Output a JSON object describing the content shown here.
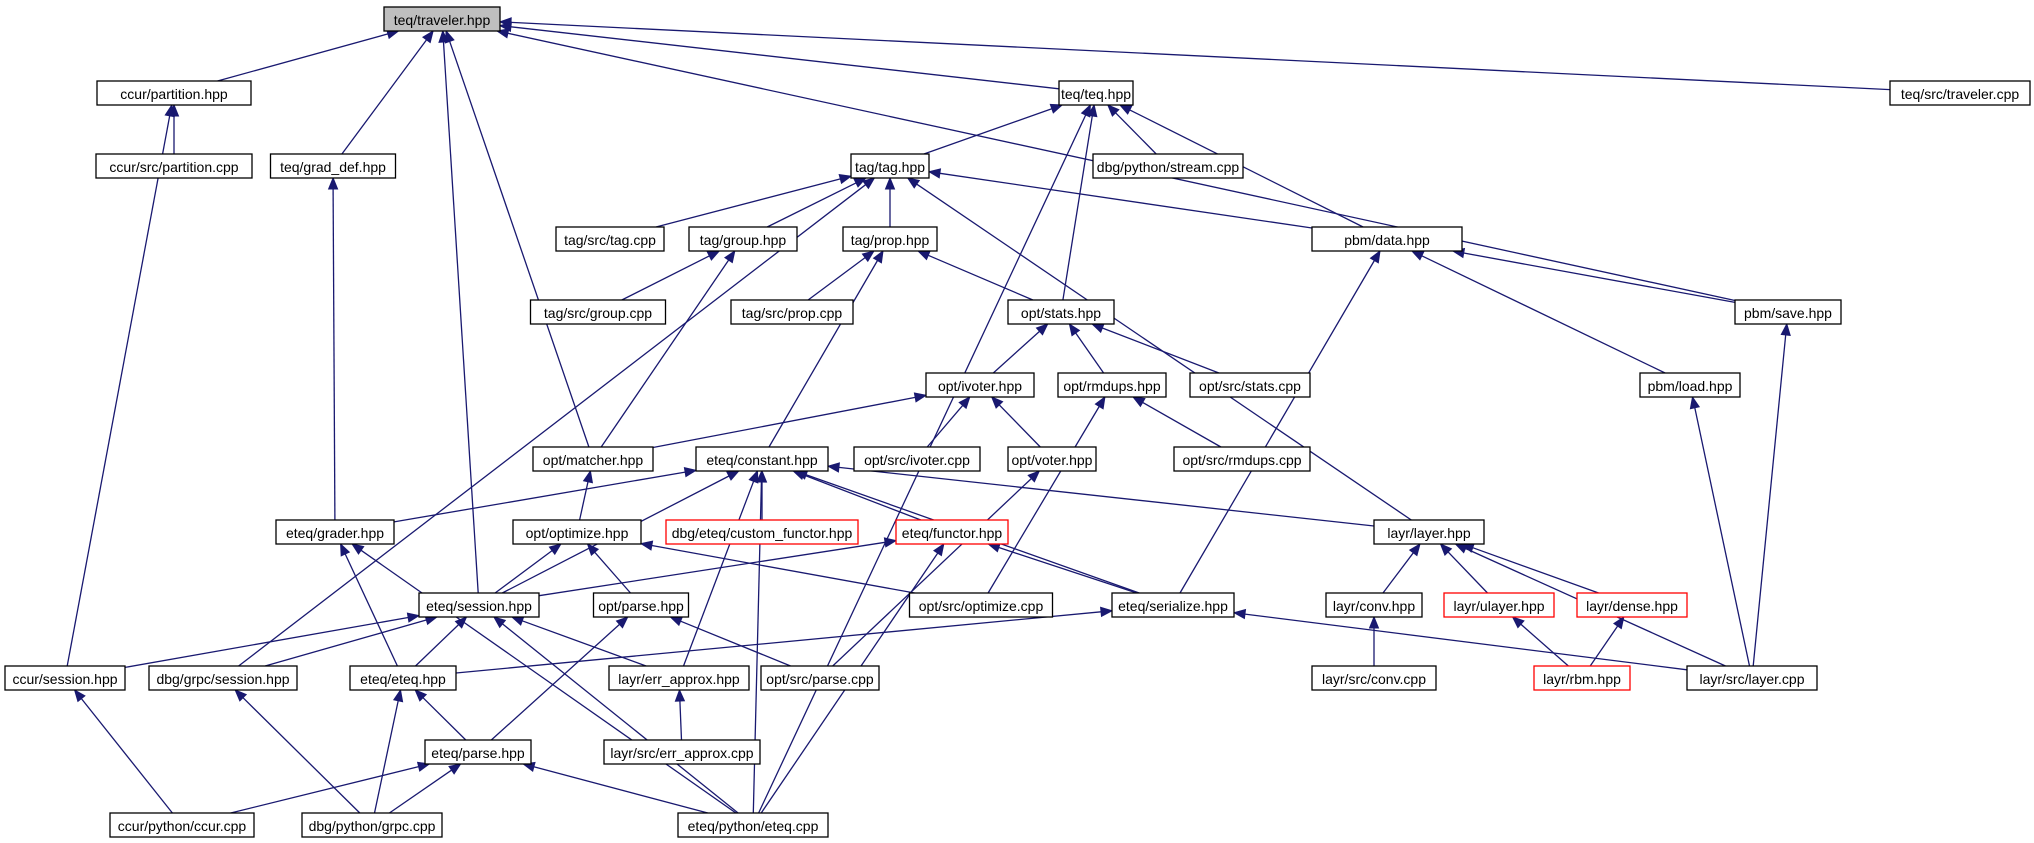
{
  "graph": {
    "edge_color": "#191970",
    "node_border": "#000000",
    "highlight_border": "#ff0000",
    "root_fill": "#bfbfbf",
    "nodes": [
      {
        "id": "traveler",
        "label": "teq/traveler.hpp",
        "style": "root"
      },
      {
        "id": "ccur_partition",
        "label": "ccur/partition.hpp"
      },
      {
        "id": "ccur_src_partition",
        "label": "ccur/src/partition.cpp"
      },
      {
        "id": "grad_def",
        "label": "teq/grad_def.hpp"
      },
      {
        "id": "teq",
        "label": "teq/teq.hpp"
      },
      {
        "id": "src_traveler",
        "label": "teq/src/traveler.cpp"
      },
      {
        "id": "tag",
        "label": "tag/tag.hpp"
      },
      {
        "id": "dbg_python_stream",
        "label": "dbg/python/stream.cpp"
      },
      {
        "id": "tag_src_tag",
        "label": "tag/src/tag.cpp"
      },
      {
        "id": "tag_group",
        "label": "tag/group.hpp"
      },
      {
        "id": "tag_prop",
        "label": "tag/prop.hpp"
      },
      {
        "id": "pbm_data",
        "label": "pbm/data.hpp"
      },
      {
        "id": "tag_src_group",
        "label": "tag/src/group.cpp"
      },
      {
        "id": "tag_src_prop",
        "label": "tag/src/prop.cpp"
      },
      {
        "id": "opt_stats",
        "label": "opt/stats.hpp"
      },
      {
        "id": "pbm_save",
        "label": "pbm/save.hpp"
      },
      {
        "id": "opt_ivoter",
        "label": "opt/ivoter.hpp"
      },
      {
        "id": "opt_rmdups",
        "label": "opt/rmdups.hpp"
      },
      {
        "id": "opt_src_stats",
        "label": "opt/src/stats.cpp"
      },
      {
        "id": "pbm_load",
        "label": "pbm/load.hpp"
      },
      {
        "id": "opt_matcher",
        "label": "opt/matcher.hpp"
      },
      {
        "id": "eteq_constant",
        "label": "eteq/constant.hpp"
      },
      {
        "id": "opt_src_ivoter",
        "label": "opt/src/ivoter.cpp"
      },
      {
        "id": "opt_voter",
        "label": "opt/voter.hpp"
      },
      {
        "id": "opt_src_rmdups",
        "label": "opt/src/rmdups.cpp"
      },
      {
        "id": "eteq_grader",
        "label": "eteq/grader.hpp"
      },
      {
        "id": "opt_optimize",
        "label": "opt/optimize.hpp"
      },
      {
        "id": "dbg_custom_functor",
        "label": "dbg/eteq/custom_functor.hpp",
        "style": "red"
      },
      {
        "id": "eteq_functor",
        "label": "eteq/functor.hpp",
        "style": "red"
      },
      {
        "id": "layr_layer",
        "label": "layr/layer.hpp"
      },
      {
        "id": "eteq_session",
        "label": "eteq/session.hpp"
      },
      {
        "id": "opt_parse",
        "label": "opt/parse.hpp"
      },
      {
        "id": "opt_src_optimize",
        "label": "opt/src/optimize.cpp"
      },
      {
        "id": "eteq_serialize",
        "label": "eteq/serialize.hpp"
      },
      {
        "id": "layr_conv",
        "label": "layr/conv.hpp"
      },
      {
        "id": "layr_ulayer",
        "label": "layr/ulayer.hpp",
        "style": "red"
      },
      {
        "id": "layr_dense",
        "label": "layr/dense.hpp",
        "style": "red"
      },
      {
        "id": "ccur_session",
        "label": "ccur/session.hpp"
      },
      {
        "id": "dbg_grpc_session",
        "label": "dbg/grpc/session.hpp"
      },
      {
        "id": "eteq_eteq",
        "label": "eteq/eteq.hpp"
      },
      {
        "id": "layr_err_approx",
        "label": "layr/err_approx.hpp"
      },
      {
        "id": "opt_src_parse",
        "label": "opt/src/parse.cpp"
      },
      {
        "id": "layr_src_conv",
        "label": "layr/src/conv.cpp"
      },
      {
        "id": "layr_rbm",
        "label": "layr/rbm.hpp",
        "style": "red"
      },
      {
        "id": "layr_src_layer",
        "label": "layr/src/layer.cpp"
      },
      {
        "id": "eteq_parse",
        "label": "eteq/parse.hpp"
      },
      {
        "id": "layr_src_err_approx",
        "label": "layr/src/err_approx.cpp"
      },
      {
        "id": "ccur_python_ccur",
        "label": "ccur/python/ccur.cpp"
      },
      {
        "id": "dbg_python_grpc",
        "label": "dbg/python/grpc.cpp"
      },
      {
        "id": "eteq_python_eteq",
        "label": "eteq/python/eteq.cpp"
      }
    ],
    "edges": [
      [
        "ccur_partition",
        "traveler"
      ],
      [
        "grad_def",
        "traveler"
      ],
      [
        "teq",
        "traveler"
      ],
      [
        "src_traveler",
        "traveler"
      ],
      [
        "opt_matcher",
        "traveler"
      ],
      [
        "eteq_session",
        "traveler"
      ],
      [
        "pbm_save",
        "traveler"
      ],
      [
        "ccur_src_partition",
        "ccur_partition"
      ],
      [
        "ccur_session",
        "ccur_partition"
      ],
      [
        "eteq_grader",
        "grad_def"
      ],
      [
        "tag",
        "teq"
      ],
      [
        "dbg_python_stream",
        "teq"
      ],
      [
        "opt_stats",
        "teq"
      ],
      [
        "pbm_data",
        "teq"
      ],
      [
        "eteq_python_eteq",
        "teq"
      ],
      [
        "tag_src_tag",
        "tag"
      ],
      [
        "tag_group",
        "tag"
      ],
      [
        "tag_prop",
        "tag"
      ],
      [
        "pbm_data",
        "tag"
      ],
      [
        "layr_layer",
        "tag"
      ],
      [
        "dbg_grpc_session",
        "tag"
      ],
      [
        "tag_src_group",
        "tag_group"
      ],
      [
        "opt_matcher",
        "tag_group"
      ],
      [
        "tag_src_prop",
        "tag_prop"
      ],
      [
        "opt_stats",
        "tag_prop"
      ],
      [
        "eteq_constant",
        "tag_prop"
      ],
      [
        "pbm_save",
        "pbm_data"
      ],
      [
        "pbm_load",
        "pbm_data"
      ],
      [
        "eteq_serialize",
        "pbm_data"
      ],
      [
        "opt_ivoter",
        "opt_stats"
      ],
      [
        "opt_rmdups",
        "opt_stats"
      ],
      [
        "opt_src_stats",
        "opt_stats"
      ],
      [
        "layr_src_layer",
        "pbm_save"
      ],
      [
        "opt_matcher",
        "opt_ivoter"
      ],
      [
        "opt_src_ivoter",
        "opt_ivoter"
      ],
      [
        "opt_voter",
        "opt_ivoter"
      ],
      [
        "opt_src_rmdups",
        "opt_rmdups"
      ],
      [
        "opt_src_optimize",
        "opt_rmdups"
      ],
      [
        "layr_src_layer",
        "pbm_load"
      ],
      [
        "opt_optimize",
        "opt_matcher"
      ],
      [
        "eteq_grader",
        "eteq_constant"
      ],
      [
        "dbg_custom_functor",
        "eteq_constant"
      ],
      [
        "eteq_functor",
        "eteq_constant"
      ],
      [
        "layr_layer",
        "eteq_constant"
      ],
      [
        "eteq_session",
        "eteq_constant"
      ],
      [
        "eteq_serialize",
        "eteq_constant"
      ],
      [
        "layr_err_approx",
        "eteq_constant"
      ],
      [
        "eteq_python_eteq",
        "eteq_constant"
      ],
      [
        "opt_src_parse",
        "opt_voter"
      ],
      [
        "eteq_eteq",
        "eteq_grader"
      ],
      [
        "eteq_python_eteq",
        "eteq_grader"
      ],
      [
        "eteq_session",
        "opt_optimize"
      ],
      [
        "opt_parse",
        "opt_optimize"
      ],
      [
        "opt_src_optimize",
        "opt_optimize"
      ],
      [
        "eteq_session",
        "eteq_functor"
      ],
      [
        "eteq_serialize",
        "eteq_functor"
      ],
      [
        "eteq_python_eteq",
        "eteq_functor"
      ],
      [
        "layr_conv",
        "layr_layer"
      ],
      [
        "layr_ulayer",
        "layr_layer"
      ],
      [
        "layr_dense",
        "layr_layer"
      ],
      [
        "layr_src_layer",
        "layr_layer"
      ],
      [
        "ccur_session",
        "eteq_session"
      ],
      [
        "dbg_grpc_session",
        "eteq_session"
      ],
      [
        "eteq_eteq",
        "eteq_session"
      ],
      [
        "layr_err_approx",
        "eteq_session"
      ],
      [
        "eteq_python_eteq",
        "eteq_session"
      ],
      [
        "eteq_parse",
        "opt_parse"
      ],
      [
        "opt_src_parse",
        "opt_parse"
      ],
      [
        "eteq_eteq",
        "eteq_serialize"
      ],
      [
        "layr_src_layer",
        "eteq_serialize"
      ],
      [
        "layr_src_conv",
        "layr_conv"
      ],
      [
        "layr_rbm",
        "layr_ulayer"
      ],
      [
        "layr_rbm",
        "layr_dense"
      ],
      [
        "ccur_python_ccur",
        "ccur_session"
      ],
      [
        "dbg_python_grpc",
        "dbg_grpc_session"
      ],
      [
        "eteq_parse",
        "eteq_eteq"
      ],
      [
        "dbg_python_grpc",
        "eteq_eteq"
      ],
      [
        "layr_src_err_approx",
        "layr_err_approx"
      ],
      [
        "ccur_python_ccur",
        "eteq_parse"
      ],
      [
        "dbg_python_grpc",
        "eteq_parse"
      ],
      [
        "eteq_python_eteq",
        "eteq_parse"
      ]
    ]
  }
}
